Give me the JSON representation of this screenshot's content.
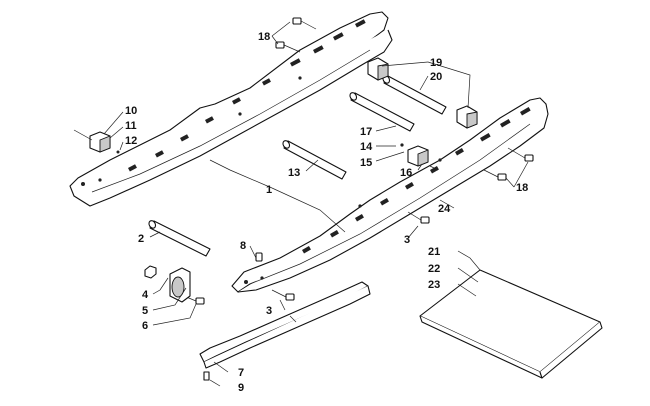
{
  "callouts": {
    "c1": "1",
    "c2": "2",
    "c3a": "3",
    "c3b": "3",
    "c4": "4",
    "c5": "5",
    "c6": "6",
    "c7": "7",
    "c8": "8",
    "c9": "9",
    "c10": "10",
    "c11": "11",
    "c12": "12",
    "c13": "13",
    "c14": "14",
    "c15": "15",
    "c16": "16",
    "c17": "17",
    "c18a": "18",
    "c18b": "18",
    "c19": "19",
    "c20": "20",
    "c21": "21",
    "c22": "22",
    "c23": "23",
    "c24": "24"
  }
}
